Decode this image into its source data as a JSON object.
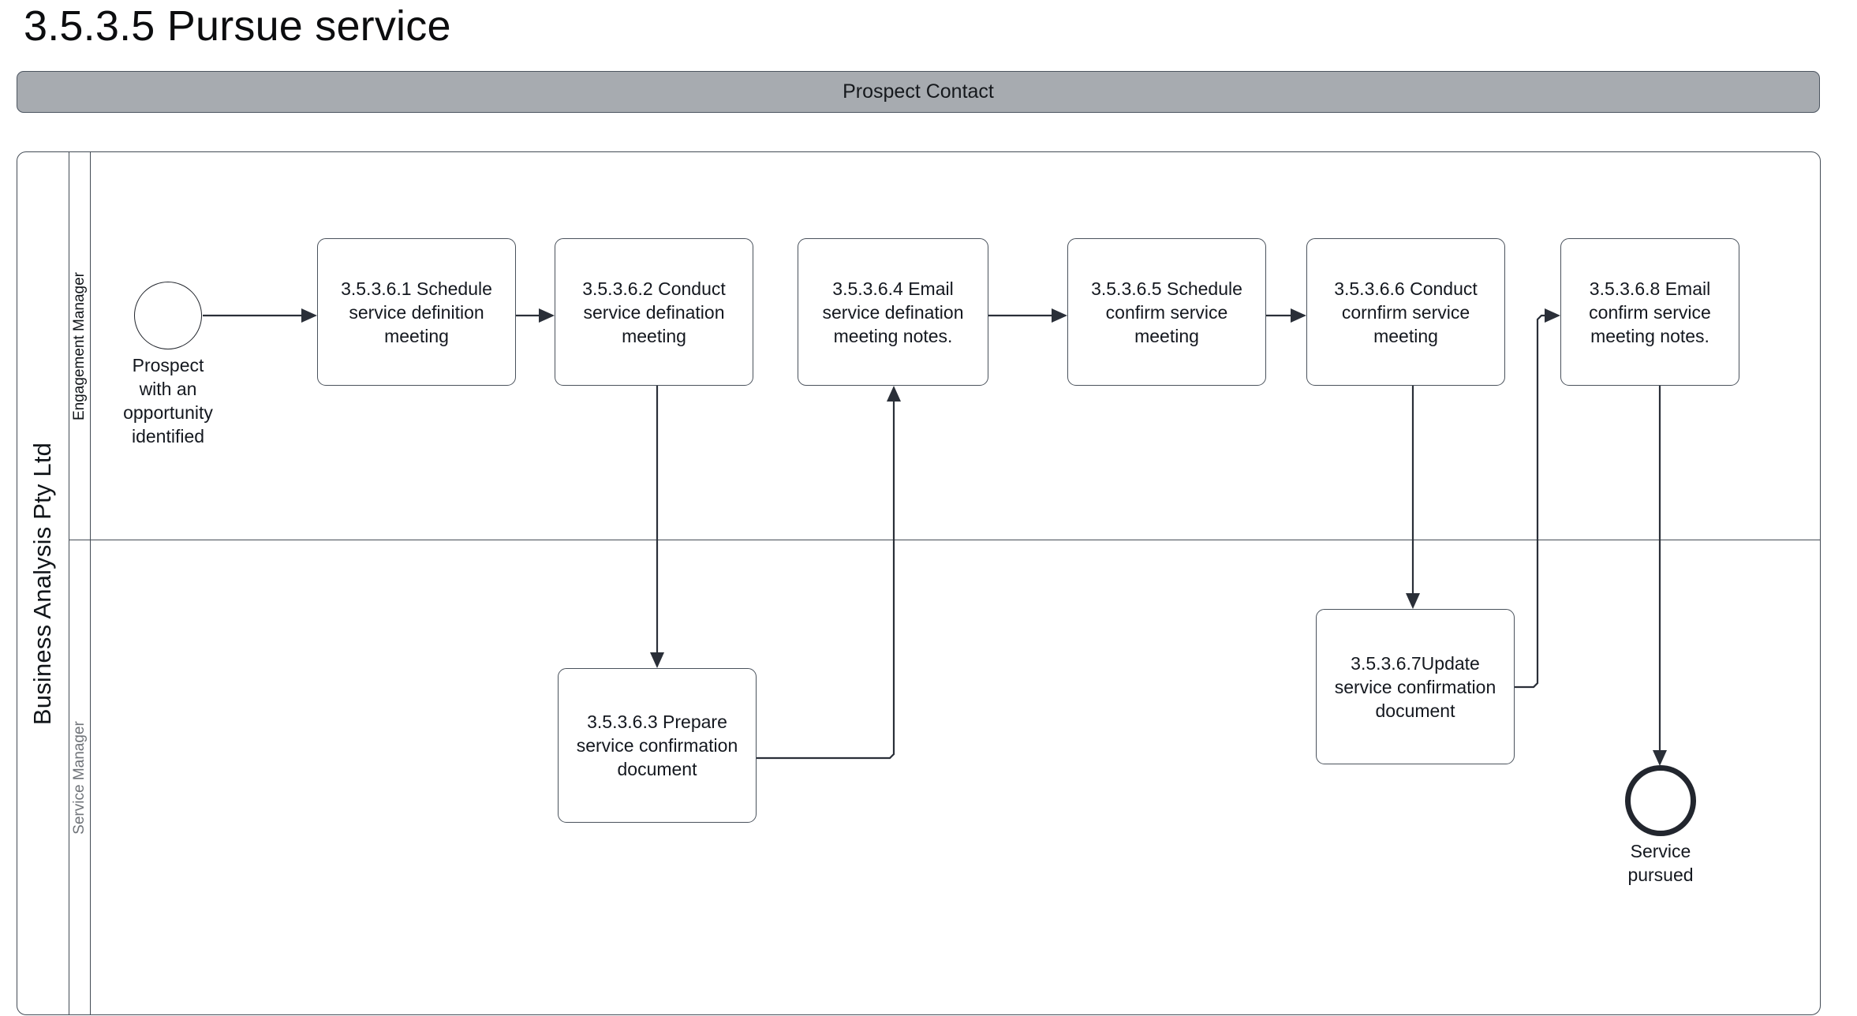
{
  "title": "3.5.3.5 Pursue service",
  "phase": {
    "label": "Prospect Contact"
  },
  "pool": {
    "label": "Business Analysis Pty Ltd"
  },
  "lanes": [
    {
      "id": "engagement-manager",
      "label": "Engagement Manager"
    },
    {
      "id": "service-manager",
      "label": "Service Manager"
    }
  ],
  "events": [
    {
      "id": "start",
      "type": "start",
      "label": "Prospect\nwith an\nopportunity\nidentified",
      "lane": "engagement-manager"
    },
    {
      "id": "end",
      "type": "end",
      "label": "Service\npursued",
      "lane": "service-manager"
    }
  ],
  "tasks": [
    {
      "id": "t1",
      "label": "3.5.3.6.1 Schedule service definition meeting",
      "lane": "engagement-manager"
    },
    {
      "id": "t2",
      "label": "3.5.3.6.2 Conduct service defination meeting",
      "lane": "engagement-manager"
    },
    {
      "id": "t3",
      "label": "3.5.3.6.3 Prepare service confirmation document",
      "lane": "service-manager"
    },
    {
      "id": "t4",
      "label": "3.5.3.6.4 Email service defination meeting notes.",
      "lane": "engagement-manager"
    },
    {
      "id": "t5",
      "label": "3.5.3.6.5 Schedule confirm service meeting",
      "lane": "engagement-manager"
    },
    {
      "id": "t6",
      "label": "3.5.3.6.6 Conduct cornfirm service meeting",
      "lane": "engagement-manager"
    },
    {
      "id": "t7",
      "label": "3.5.3.6.7Update service confirmation document",
      "lane": "service-manager"
    },
    {
      "id": "t8",
      "label": "3.5.3.6.8 Email confirm service meeting notes.",
      "lane": "engagement-manager"
    }
  ],
  "flows": [
    {
      "id": "f1",
      "from": "start",
      "to": "t1"
    },
    {
      "id": "f2",
      "from": "t1",
      "to": "t2"
    },
    {
      "id": "f3",
      "from": "t2",
      "to": "t3"
    },
    {
      "id": "f4",
      "from": "t3",
      "to": "t4"
    },
    {
      "id": "f5",
      "from": "t4",
      "to": "t5"
    },
    {
      "id": "f6",
      "from": "t5",
      "to": "t6"
    },
    {
      "id": "f7",
      "from": "t6",
      "to": "t7"
    },
    {
      "id": "f8",
      "from": "t7",
      "to": "t8"
    },
    {
      "id": "f9",
      "from": "t8",
      "to": "end"
    }
  ],
  "colors": {
    "phase_fill": "#a7abb0",
    "stroke": "#434b55",
    "flow_stroke": "#2a2f38",
    "text": "#14181f",
    "lane_label_muted": "#6f7378",
    "canvas": "#ffffff"
  }
}
